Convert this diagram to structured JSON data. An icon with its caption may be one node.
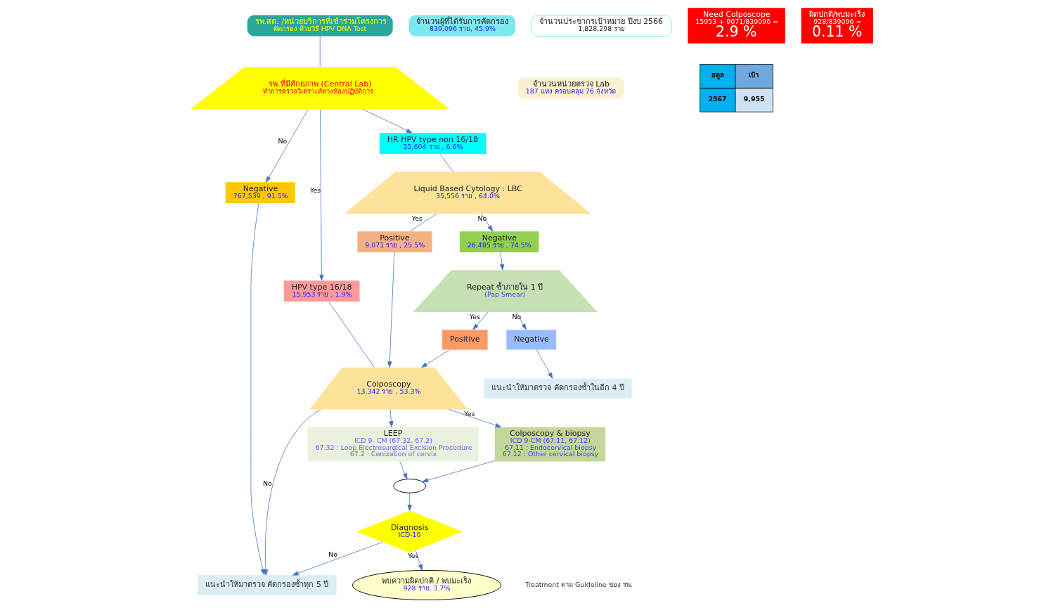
{
  "diagram": {
    "nodes": [
      {
        "text": [
          "รพ.สต. /หน่วยบริการที่เข้าร่วมโครงการ",
          "คัดกรอง ด้วยวิธี HPV DNA Test"
        ]
      },
      {
        "text": [
          "จำนวนผู้ที่ได้รับการคัดกรอง",
          "839,096 ราย, 45.9%"
        ]
      },
      {
        "text": [
          "จำนวนประชากรเป้าหมาย ปีงบ 2566",
          "1,828,298 ราย"
        ]
      },
      {
        "text": [
          "รพ.ที่มีศักยภาพ (Central Lab)",
          "ทำการตรวจวิเคราะห์ทางห้องปฏิบัติการ"
        ]
      },
      {
        "text": [
          "จำนวนหน่วยตรวจ Lab",
          "187 แห่ง ครอบคลุม 76 จังหวัด"
        ]
      },
      {
        "text": [
          "Negative",
          "767,539 , 91.5%"
        ]
      },
      {
        "text": [
          "HPV type 16/18",
          "15,953 ราย , 1.9%"
        ]
      },
      {
        "text": [
          "HR HPV type non 16/18",
          "55,604 ราย , 6.6%"
        ]
      },
      {
        "text": [
          "Need Colposcope",
          "15953 + 9071/839096 =",
          "2.9 %"
        ]
      },
      {
        "text": [
          "Colposcopy",
          "13,342 ราย , 53.3%"
        ]
      },
      {
        "text": [
          "Liquid Based Cytology : LBC",
          "35,556 ราย , 64.0%"
        ]
      },
      {
        "text": [
          "Positive",
          "9,071 ราย , 25.5%"
        ]
      },
      {
        "text": [
          "Negative",
          "26,485 ราย , 74.5%"
        ]
      },
      {
        "text": [
          "Colposcopy & biopsy",
          "ICD 9-CM (67.11, 67.12)",
          "67.11 : Endocervical biopsy",
          "67.12 : Other cervical biopsy"
        ]
      },
      {
        "text": [
          "LEEP",
          "ICD 9- CM (67.32, 67.2)",
          "67.32 : Loop Electrosurgical Excision Procedure",
          "67.2 : Conization of cervix"
        ]
      },
      {
        "text": [
          "Repeat ซ้ำภายใน 1 ปี",
          "(Pap Smear)"
        ]
      },
      {
        "text": [],
        "shape": "ellipse"
      },
      {
        "text": [
          "Positive"
        ]
      },
      {
        "text": [
          "Negative"
        ]
      },
      {
        "text": [
          "Diagnosis",
          "ICD-10"
        ]
      },
      {
        "text": [
          "แนะนำให้มาตรวจ คัดกรองซ้ำทุก 5 ปี"
        ]
      },
      {
        "text": [
          "พบความผิดปกติ / พบมะเร็ง",
          "928 ราย, 3.7%"
        ],
        "beside": [
          "Treatment ตาม Guideline ของ รพ."
        ]
      },
      {
        "text": [
          "ผิดปกติ/พบมะเร็ง",
          "928/839096 =",
          "0.11 %"
        ]
      },
      {
        "text": [
          "แนะนำให้มาตรวจ คัดกรองซ้ำในอีก 4 ปี"
        ]
      }
    ],
    "edges": [
      {
        "from": 0,
        "to": 3,
        "arrow": "none"
      },
      {
        "from": 3,
        "to": 5,
        "arrow": "to",
        "label": "No"
      },
      {
        "from": 3,
        "to": 6,
        "arrow": "to",
        "label": "Yes"
      },
      {
        "from": 3,
        "to": 7,
        "arrow": "to"
      },
      {
        "from": 6,
        "to": 9,
        "arrow": "none"
      },
      {
        "from": 7,
        "to": 10,
        "arrow": "none"
      },
      {
        "from": 5,
        "to": 20,
        "arrow": "to"
      },
      {
        "from": 9,
        "to": 20,
        "arrow": "to",
        "label": "No"
      },
      {
        "from": 9,
        "to": 13,
        "arrow": "to",
        "label": "Yes"
      },
      {
        "from": 9,
        "to": 14,
        "arrow": "to"
      },
      {
        "from": 10,
        "to": 11,
        "arrow": "none",
        "label": "Yes"
      },
      {
        "from": 10,
        "to": 12,
        "arrow": "to",
        "label": "No"
      },
      {
        "from": 11,
        "to": 9,
        "arrow": "to"
      },
      {
        "from": 17,
        "to": 9,
        "arrow": "to"
      },
      {
        "from": 12,
        "to": 15,
        "arrow": "to"
      },
      {
        "from": 15,
        "to": 17,
        "arrow": "to",
        "label": "Yes"
      },
      {
        "from": 15,
        "to": 18,
        "arrow": "to",
        "label": "No"
      },
      {
        "from": 18,
        "to": 23,
        "arrow": "to"
      },
      {
        "from": 13,
        "to": 16,
        "arrow": "to"
      },
      {
        "from": 14,
        "to": 16,
        "arrow": "to"
      },
      {
        "from": 16,
        "to": 19,
        "arrow": "to"
      },
      {
        "from": 19,
        "to": 20,
        "arrow": "to",
        "label": "No"
      },
      {
        "from": 19,
        "to": 21,
        "arrow": "to",
        "label": "Yes"
      }
    ],
    "labels": [
      "สตูล",
      "เป้า",
      "2567",
      "9,955"
    ]
  }
}
